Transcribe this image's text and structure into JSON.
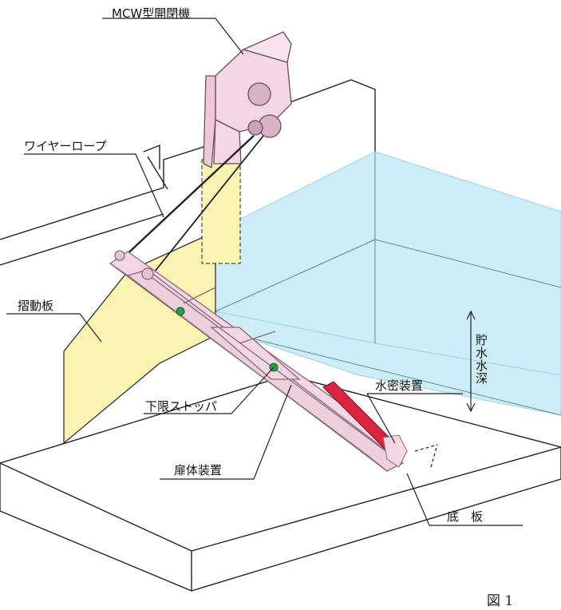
{
  "labels": {
    "hoist": "MCW型開閉機",
    "wire_rope": "ワイヤーロープ",
    "sliding_plate": "摺動板",
    "lower_stopper": "下限ストッパ",
    "gate_leaf": "扉体装置",
    "watertight": "水密装置",
    "storage_depth": "貯水水深",
    "base_plate": "底　板"
  },
  "figure_label": "図 1",
  "colors": {
    "water": "#cdeef8",
    "water_edge": "#9fd2e3",
    "sliding_plate": "#fbf3b2",
    "gate": "#f5d6e4",
    "gate_edge": "#9a7e8a",
    "seal": "#d7263d",
    "stopper": "#2e9b4a",
    "line": "#222222"
  }
}
